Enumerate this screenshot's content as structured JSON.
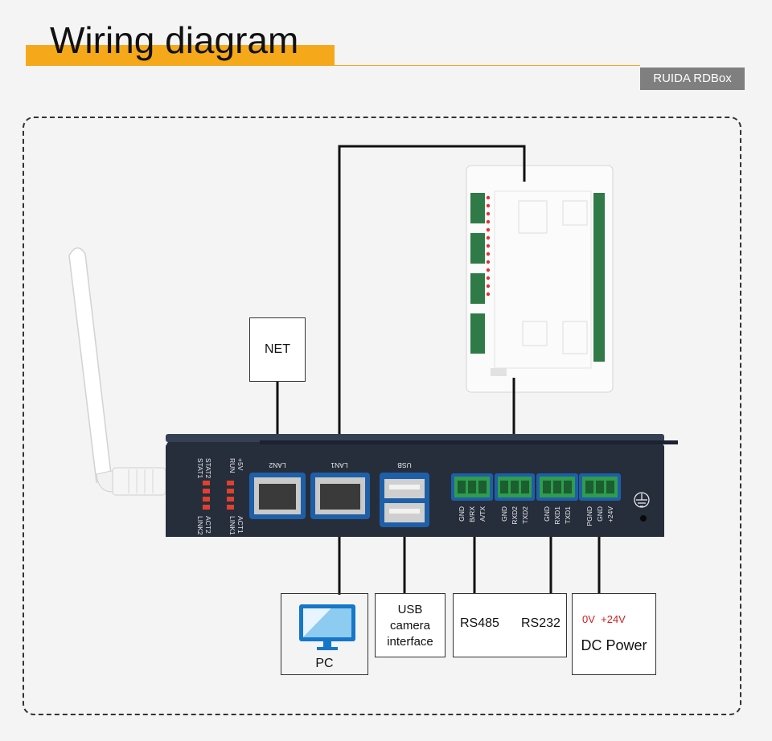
{
  "header": {
    "title": "Wiring diagram",
    "brand_badge": "RUIDA RDBox",
    "accent_color": "#f5a91a",
    "badge_color": "#7f7f7f"
  },
  "device": {
    "ports": {
      "lan2": "LAN2",
      "lan1": "LAN1",
      "usb": "USB"
    },
    "led_labels": {
      "stat1": "STAT1",
      "stat2": "STAT2",
      "run": "RUN",
      "plus5v": "+5V",
      "link2": "LINK2",
      "act2": "ACT2",
      "link1": "LINK1",
      "act1": "ACT1"
    },
    "terminal_labels": [
      "GND",
      "B/RX",
      "A/TX",
      "GND",
      "RXD2",
      "TXD2",
      "GND",
      "RXD1",
      "TXD1",
      "PGND",
      "GND",
      "+24V"
    ],
    "ground_icon": "ground-symbol-icon",
    "body_color": "#262e3c"
  },
  "boxes": {
    "net": "NET",
    "pc": "PC",
    "usb_camera": "USB camera interface",
    "rs485": "RS485",
    "rs232": "RS232",
    "power_voltages": "0V  +24V",
    "power_label": "DC Power"
  }
}
